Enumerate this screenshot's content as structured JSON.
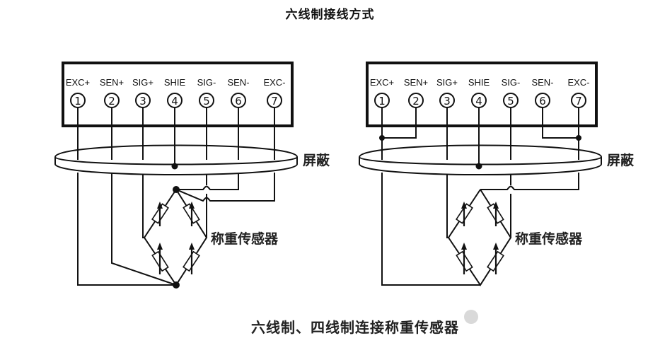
{
  "title": "六线制接线方式",
  "caption": "六线制、四线制连接称重传感器",
  "diagrams": [
    {
      "name": "six-wire",
      "terminals": [
        {
          "num": "1",
          "label": "EXC+"
        },
        {
          "num": "2",
          "label": "SEN+"
        },
        {
          "num": "3",
          "label": "SIG+"
        },
        {
          "num": "4",
          "label": "SHIE"
        },
        {
          "num": "5",
          "label": "SIG-"
        },
        {
          "num": "6",
          "label": "SEN-"
        },
        {
          "num": "7",
          "label": "EXC-"
        }
      ],
      "shield_label": "屏蔽",
      "sensor_label": "称重传感器"
    },
    {
      "name": "four-wire",
      "terminals": [
        {
          "num": "1",
          "label": "EXC+"
        },
        {
          "num": "2",
          "label": "SEN+"
        },
        {
          "num": "3",
          "label": "SIG+"
        },
        {
          "num": "4",
          "label": "SHIE"
        },
        {
          "num": "5",
          "label": "SIG-"
        },
        {
          "num": "6",
          "label": "SEN-"
        },
        {
          "num": "7",
          "label": "EXC-"
        }
      ],
      "shield_label": "屏蔽",
      "sensor_label": "称重传感器"
    }
  ]
}
